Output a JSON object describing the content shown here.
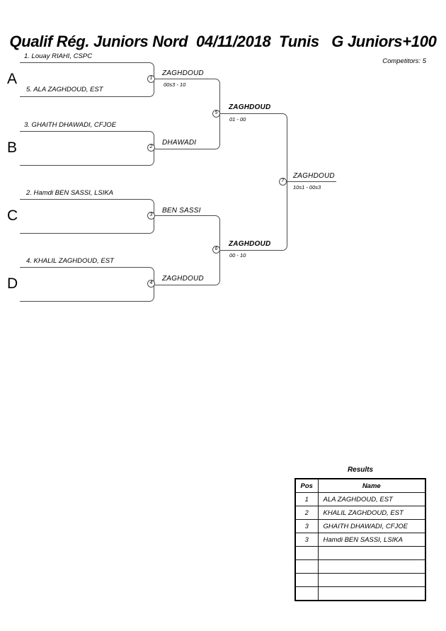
{
  "header": {
    "title": "Qualif Rég. Juniors Nord  04/11/2018  Tunis   G Juniors+100",
    "competitors": "Competitors: 5"
  },
  "bracket": {
    "sections": [
      {
        "letter": "A",
        "top_seed": "1. Louay RIAHI, CSPC",
        "bottom_seed": "5. ALA ZAGHDOUD, EST"
      },
      {
        "letter": "B",
        "top_seed": "3. GHAITH DHAWADI, CFJOE",
        "bottom_seed": ""
      },
      {
        "letter": "C",
        "top_seed": "2. Hamdi BEN SASSI, LSIKA",
        "bottom_seed": ""
      },
      {
        "letter": "D",
        "top_seed": "4. KHALIL ZAGHDOUD, EST",
        "bottom_seed": ""
      }
    ],
    "matches": [
      {
        "num": "1",
        "winner": "ZAGHDOUD",
        "score": "00s3 - 10"
      },
      {
        "num": "2",
        "winner": "DHAWADI",
        "score": ""
      },
      {
        "num": "3",
        "winner": "BEN SASSI",
        "score": ""
      },
      {
        "num": "4",
        "winner": "ZAGHDOUD",
        "score": ""
      },
      {
        "num": "5",
        "winner": "ZAGHDOUD",
        "score": "01 - 00"
      },
      {
        "num": "6",
        "winner": "ZAGHDOUD",
        "score": "00 - 10"
      },
      {
        "num": "7",
        "winner": "ZAGHDOUD",
        "score": "10s1 - 00s3"
      }
    ],
    "line_color": "#4b4b4b"
  },
  "results": {
    "title": "Results",
    "headers": {
      "pos": "Pos",
      "name": "Name"
    },
    "rows": [
      {
        "pos": "1",
        "name": "ALA ZAGHDOUD, EST"
      },
      {
        "pos": "2",
        "name": "KHALIL ZAGHDOUD, EST"
      },
      {
        "pos": "3",
        "name": "GHAITH DHAWADI, CFJOE"
      },
      {
        "pos": "3",
        "name": "Hamdi BEN SASSI, LSIKA"
      },
      {
        "pos": "",
        "name": ""
      },
      {
        "pos": "",
        "name": ""
      },
      {
        "pos": "",
        "name": ""
      },
      {
        "pos": "",
        "name": ""
      }
    ]
  }
}
